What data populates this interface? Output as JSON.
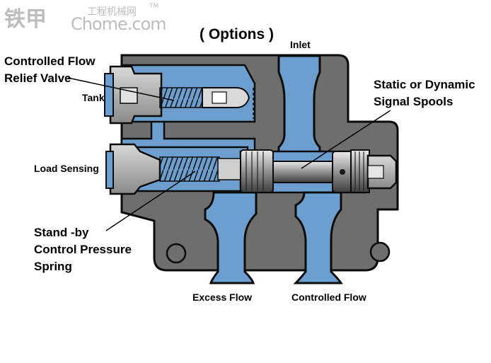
{
  "watermark": {
    "logo_cn": "铁甲",
    "cn_text": "工程机械网",
    "brand": "Chome.com",
    "tm": "TM"
  },
  "title": "( Options )",
  "labels": {
    "inlet": "Inlet",
    "relief_valve": [
      "Controlled Flow",
      "Relief Valve"
    ],
    "tank": "Tank",
    "load_sensing": "Load Sensing",
    "standby_spring": [
      "Stand -by",
      "Control Pressure",
      "Spring"
    ],
    "signal_spools": [
      "Static or Dynamic",
      "Signal Spools"
    ],
    "excess_flow": "Excess Flow",
    "controlled_flow": "Controlled Flow"
  },
  "colors": {
    "body": "#6e6e6e",
    "passage": "#6c9fd0",
    "outline": "#0b0b0b",
    "steel": "#bcbcbc",
    "watermark": "#bdbdbd"
  }
}
